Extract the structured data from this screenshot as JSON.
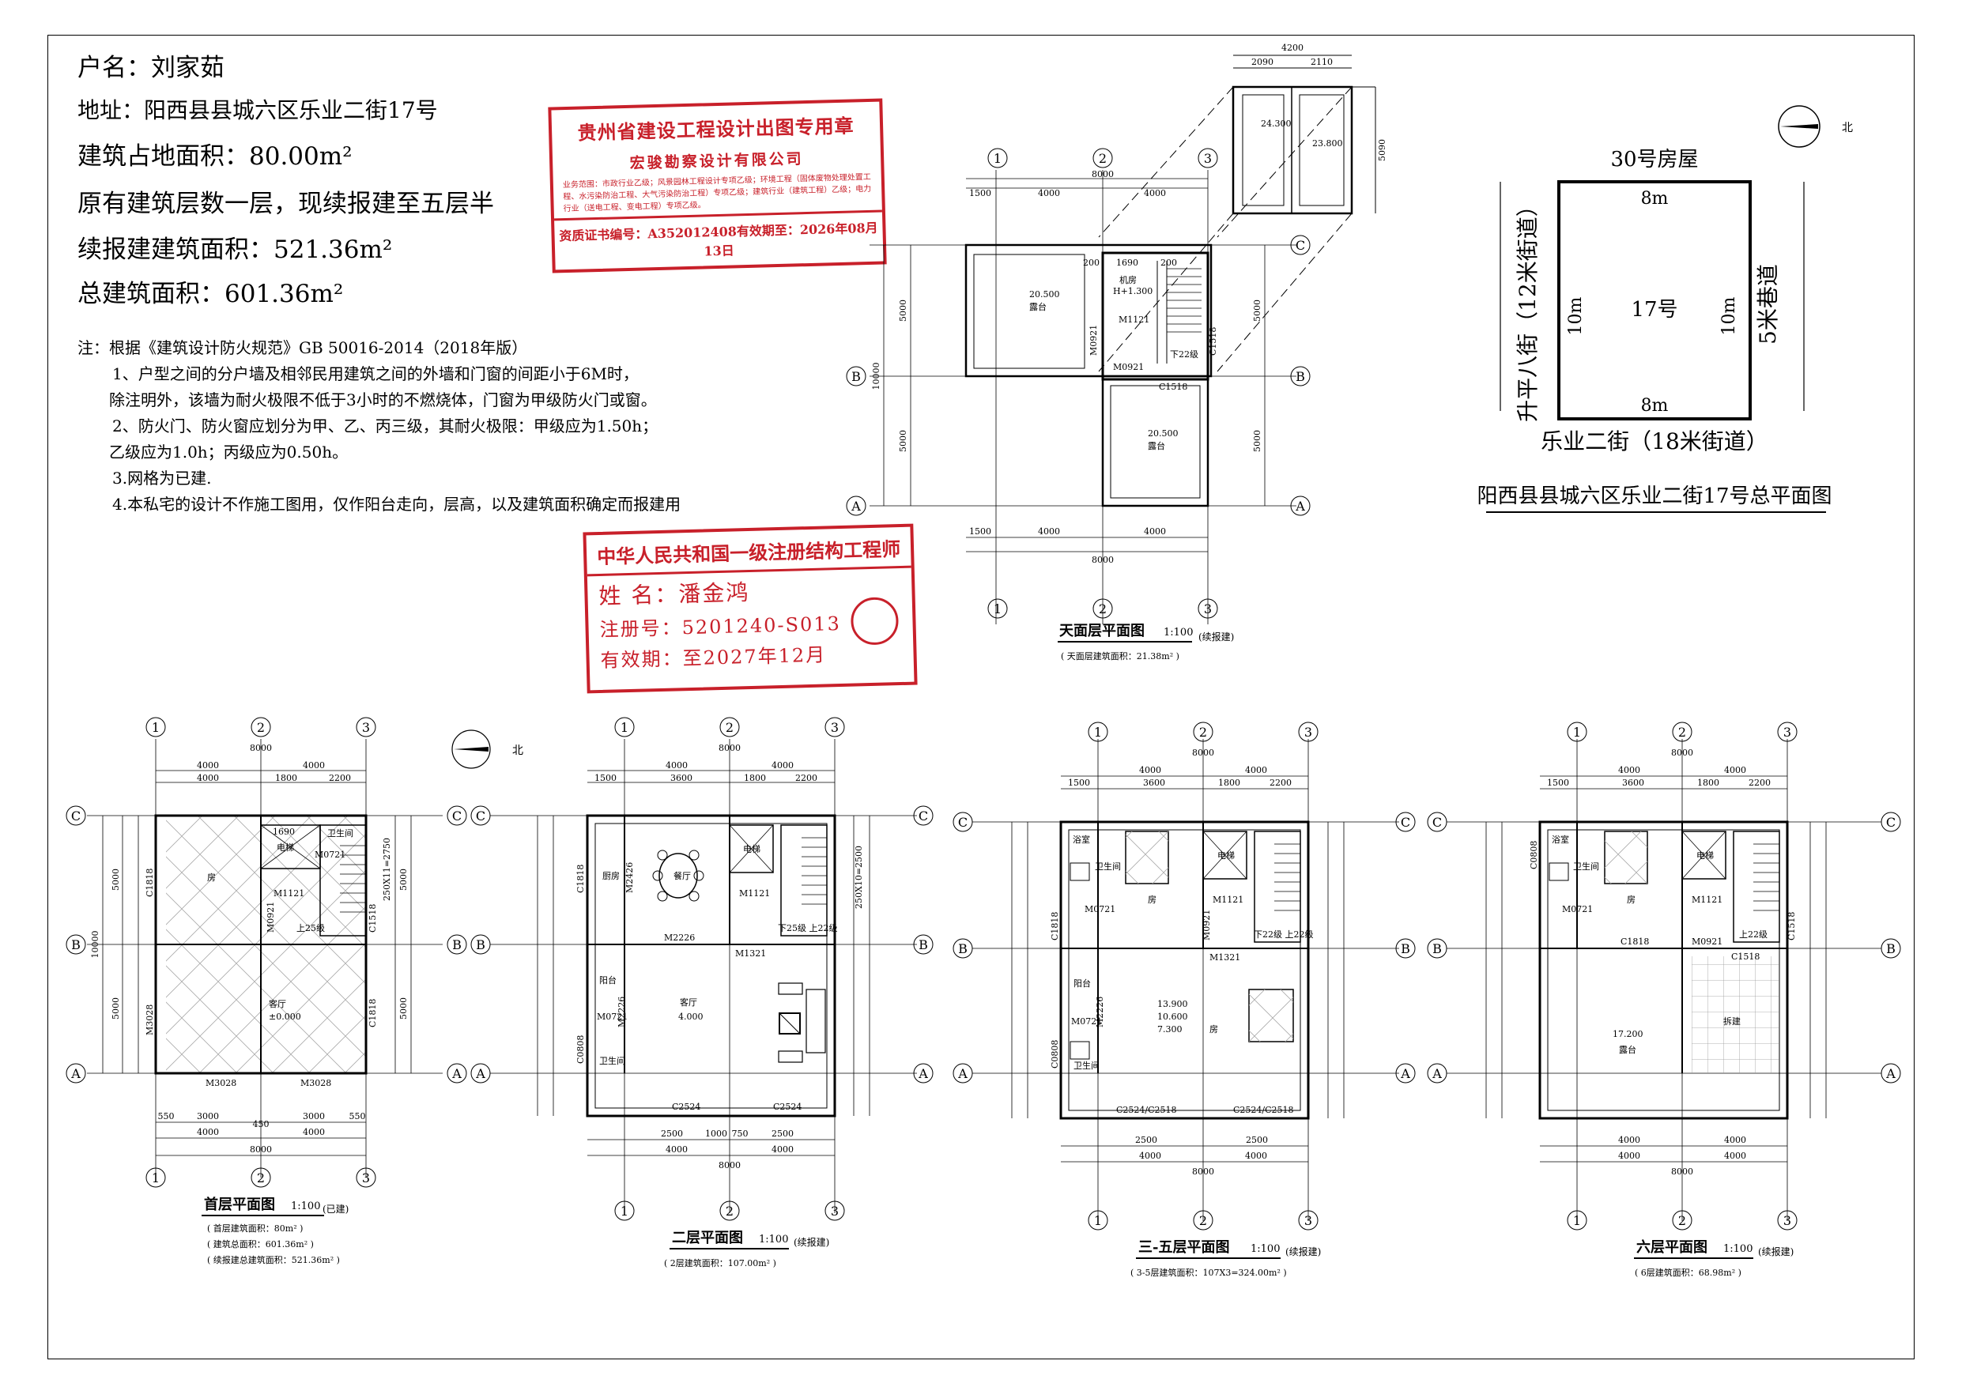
{
  "info": {
    "owner": "户名：刘家茹",
    "address": "地址：阳西县县城六区乐业二街17号",
    "footprint": "建筑占地面积：80.00m²",
    "floors": "原有建筑层数一层，现续报建至五层半",
    "added_area": "续报建建筑面积：521.36m²",
    "total_area": "总建筑面积：601.36m²"
  },
  "notes": {
    "l0": "注：根据《建筑设计防火规范》GB 50016-2014（2018年版）",
    "l1": "1、户型之间的分户墙及相邻民用建筑之间的外墙和门窗的间距小于6M时，",
    "l2": "除注明外，该墙为耐火极限不低于3小时的不燃烧体，门窗为甲级防火门或窗。",
    "l3": "2、防火门、防火窗应划分为甲、乙、丙三级，其耐火极限：甲级应为1.50h；",
    "l4": "乙级应为1.0h；丙级应为0.50h。",
    "l5": "3.网格为已建.",
    "l6": "4.本私宅的设计不作施工图用，仅作阳台走向，层高，以及建筑面积确定而报建用"
  },
  "stamp_design": {
    "title": "贵州省建设工程设计出图专用章",
    "company": "宏骏勘察设计有限公司",
    "scope": "业务范围：市政行业乙级；风景园林工程设计专项乙级；环境工程（固体废物处理处置工程、水污染防治工程、大气污染防治工程）专项乙级；建筑行业（建筑工程）乙级；电力行业（送电工程、变电工程）专项乙级。",
    "cert": "资质证书编号：A352012408有效期至：2026年08月13日"
  },
  "stamp_engineer": {
    "title": "中华人民共和国一级注册结构工程师",
    "name": "姓  名：潘金鸿",
    "reg": "注册号：5201240-S013",
    "valid": "有效期：至2027年12月"
  },
  "site": {
    "top_label": "30号房屋",
    "left_street": "升平八街（12米街道）",
    "right_street": "5米巷道",
    "bottom_street": "乐业二街（18米街道）",
    "lot": "17号",
    "dim_top": "8m",
    "dim_bottom": "8m",
    "dim_left": "10m",
    "dim_right": "10m",
    "north": "北",
    "caption": "阳西县县城六区乐业二街17号总平面图"
  },
  "roof_plan": {
    "title": "天面层平面图",
    "scale": "1:100",
    "note": "(续报建)",
    "sub": "( 天面层建筑面积：21.38m² )",
    "dims": {
      "top_total": "4200",
      "top_a": "2090",
      "top_b": "2110",
      "right_5090": "5090",
      "span_8000": "8000",
      "seg_1500": "1500",
      "seg_4000a": "4000",
      "seg_4000b": "4000",
      "left_10000": "10000",
      "left_5000a": "5000",
      "left_5000b": "5000"
    },
    "levels": {
      "l1": "24.300",
      "l2": "23.800",
      "l3": "20.500",
      "l4": "20.500",
      "l5": "H+1.300"
    },
    "labels": {
      "room_a": "露台",
      "room_b": "露台",
      "elev": "机房",
      "door1": "M1121",
      "door2": "M0921",
      "door3": "M0921",
      "win1": "C1518",
      "win2": "C1518",
      "stair": "下22级",
      "d200a": "200",
      "d200b": "200",
      "d1690": "1690"
    }
  },
  "axes": {
    "a1": "1",
    "a2": "2",
    "a3": "3",
    "aA": "A",
    "aB": "B",
    "aC": "C"
  },
  "plan1": {
    "title": "首层平面图",
    "scale": "1:100",
    "note": "(已建)",
    "sub1": "( 首层建筑面积：80m² )",
    "sub2": "( 建筑总面积：601.36m² )",
    "sub3": "( 续报建总建筑面积：521.36m² )",
    "north": "北",
    "dims": {
      "total": "8000",
      "a": "4000",
      "b": "4000",
      "c": "1800",
      "d": "2200",
      "bot1": "3000",
      "bot2": "3000",
      "bot3": "550",
      "bot4": "450",
      "bot5": "550",
      "left10000": "10000",
      "left5000a": "5000",
      "left5000b": "5000"
    },
    "labels": {
      "room1": "房",
      "room2": "客厅",
      "level": "±0.000",
      "elev": "电梯",
      "wc": "卫生间",
      "stair": "上25级",
      "door1": "M1121",
      "door2": "M0921",
      "door3": "M0721",
      "door4": "M3028",
      "door5": "M3028",
      "door6": "M3028",
      "win1": "C1818",
      "win2": "C1818",
      "win3": "C1518",
      "d1690": "1690",
      "stairdim": "250X11=2750"
    }
  },
  "plan2": {
    "title": "二层平面图",
    "scale": "1:100",
    "note": "(续报建)",
    "sub": "( 2层建筑面积：107.00m² )",
    "dims": {
      "total": "8000",
      "a": "4000",
      "b": "4000",
      "c": "1500",
      "d": "3600",
      "e": "1800",
      "f": "2200",
      "bot1": "2500",
      "bot2": "2500",
      "bot3": "1000",
      "bot4": "750"
    },
    "labels": {
      "dining": "餐厅",
      "living": "客厅",
      "level": "4.000",
      "kitchen": "厨房",
      "wc": "卫生间",
      "balcony": "阳台",
      "elev": "电梯",
      "stair": "下25级 上22级",
      "door1": "M2226",
      "door2": "M1321",
      "door3": "M2426",
      "door4": "M1121",
      "door5": "M0721",
      "door6": "M2226",
      "win1": "C2524",
      "win2": "C2524",
      "win3": "C1818",
      "win4": "C0808",
      "stairdim": "250X10=2500"
    }
  },
  "plan3": {
    "title": "三-五层平面图",
    "scale": "1:100",
    "note": "(续报建)",
    "sub": "( 3-5层建筑面积：107X3=324.00m² )",
    "dims": {
      "total": "8000",
      "a": "4000",
      "b": "4000",
      "c": "1500",
      "d": "3600",
      "e": "1800",
      "f": "2200",
      "bot1": "2500",
      "bot2": "2500"
    },
    "labels": {
      "room1": "房",
      "room2": "房",
      "bath": "浴室",
      "wc": "卫生间",
      "wc2": "卫生间",
      "balcony": "阳台",
      "elev": "电梯",
      "levels": "13.900",
      "levels2": "10.600",
      "levels3": "7.300",
      "stair": "下22级 上22级",
      "door1": "M0721",
      "door2": "M1321",
      "door3": "M1121",
      "door4": "M0921",
      "door5": "M0721",
      "door6": "M2226",
      "win1": "C2524/C2518",
      "win2": "C2524/C2518",
      "win3": "C1818",
      "win4": "C0808"
    }
  },
  "plan6": {
    "title": "六层平面图",
    "scale": "1:100",
    "note": "(续报建)",
    "sub": "( 6层建筑面积：68.98m² )",
    "dims": {
      "total": "8000",
      "a": "4000",
      "b": "4000",
      "c": "1500",
      "d": "3600",
      "e": "1800",
      "f": "2200"
    },
    "labels": {
      "room1": "房",
      "bath": "浴室",
      "wc": "卫生间",
      "elev": "电梯",
      "terrace": "露台",
      "level": "17.200",
      "built": "拆建",
      "door1": "M0721",
      "door2": "M1121",
      "door3": "M0921",
      "win1": "C1818",
      "win2": "C1518",
      "win3": "C1518",
      "win4": "C0808",
      "stair": "上22级"
    }
  }
}
